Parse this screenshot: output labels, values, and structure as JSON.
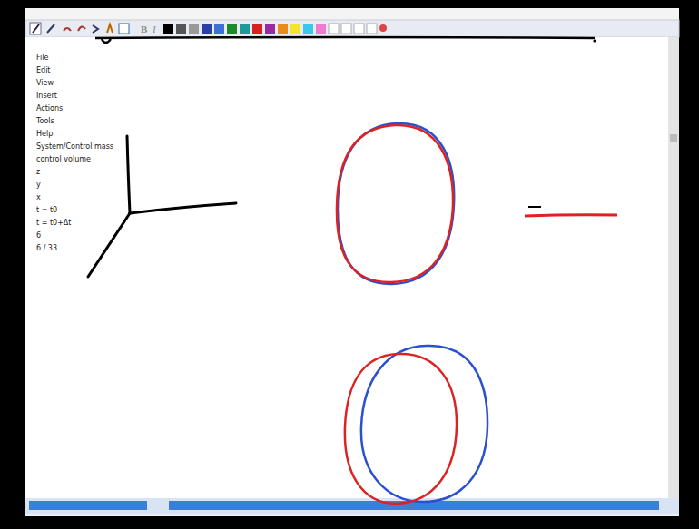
{
  "diagram": {
    "labels": [
      "File",
      "Edit",
      "View",
      "Insert",
      "Actions",
      "Tools",
      "Help",
      "System/Control mass",
      "control volume",
      "z",
      "y",
      "x",
      "t = t0",
      "t = t0+Δt",
      "6",
      "6 / 33"
    ]
  }
}
